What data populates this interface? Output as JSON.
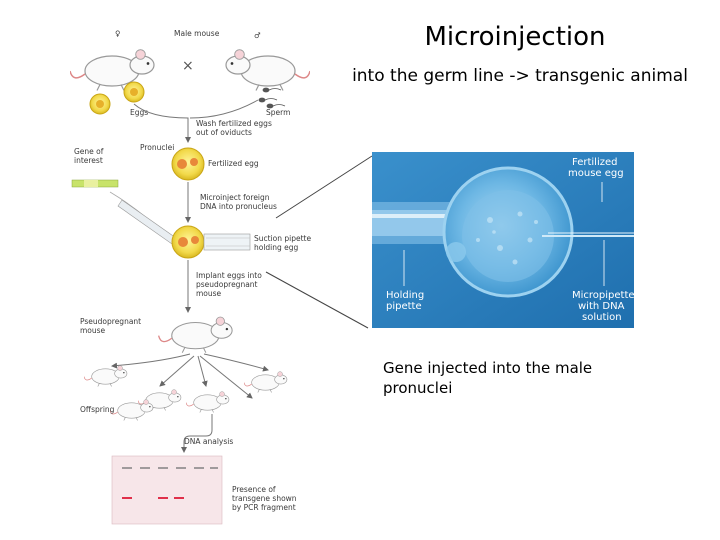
{
  "title": "Microinjection",
  "subtitle": "into the germ line -> transgenic animal",
  "caption": "Gene injected into the male pronuclei",
  "workflow": {
    "male_mouse": "Male mouse",
    "female_symbol": "♀",
    "male_symbol": "♂",
    "cross": "×",
    "eggs": "Eggs",
    "sperm": "Sperm",
    "wash": [
      "Wash fertilized eggs",
      "out of oviducts"
    ],
    "pronuclei": "Pronuclei",
    "fertilized_egg": "Fertilized egg",
    "gene_of_interest": [
      "Gene of",
      "interest"
    ],
    "microinject": [
      "Microinject foreign",
      "DNA into pronucleus"
    ],
    "suction_pipette": [
      "Suction pipette",
      "holding egg"
    ],
    "implant": [
      "Implant eggs into",
      "pseudopregnant",
      "mouse"
    ],
    "pseudopregnant_mouse": [
      "Pseudopregnant",
      "mouse"
    ],
    "offspring": "Offspring",
    "dna_analysis": "DNA analysis",
    "presence": [
      "Presence of",
      "transgene shown",
      "by PCR fragment"
    ]
  },
  "photo": {
    "fertilized_mouse_egg": [
      "Fertilized",
      "mouse egg"
    ],
    "holding_pipette": [
      "Holding",
      "pipette"
    ],
    "micropipette": [
      "Micropipette",
      "with DNA",
      "solution"
    ]
  },
  "colors": {
    "egg_yellow": "#f2d94a",
    "photo_blue": "#2e86c4",
    "pcr_band_red": "#e0304a"
  }
}
